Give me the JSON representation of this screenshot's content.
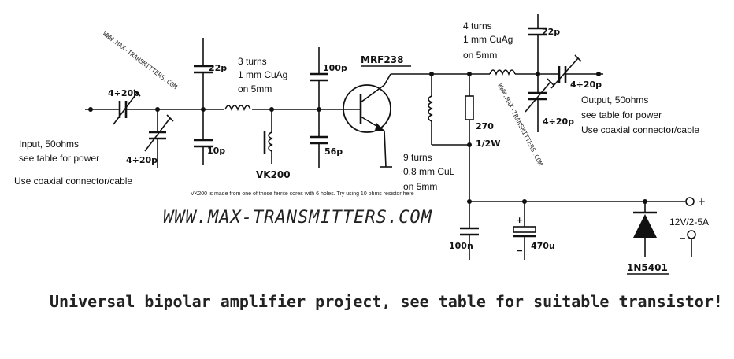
{
  "labels": {
    "input_line1": "Input, 50ohms",
    "input_line2": "see table for power",
    "input_line3": "Use coaxial connector/cable",
    "output_line1": "Output, 50ohms",
    "output_line2": "see table for power",
    "output_line3": "Use coaxial connector/cable",
    "coil1_line1": "3 turns",
    "coil1_line2": "1 mm CuAg",
    "coil1_line3": "on 5mm",
    "coil2_line1": "9 turns",
    "coil2_line2": "0.8 mm CuL",
    "coil2_line3": "on 5mm",
    "coil3_line1": "4 turns",
    "coil3_line2": "1 mm CuAg",
    "coil3_line3": "on 5mm",
    "transistor": "MRF238",
    "vk200": "VK200",
    "vk_note": "VK200 is made from one of those ferrite cores with 6 holes. Try using 10 ohms resistor here",
    "supply": "12V/2-5A",
    "diode": "1N5401",
    "plus": "+",
    "minus": "-"
  },
  "components": {
    "c_trim_in": "4÷20p",
    "c_trim_in2": "4÷20p",
    "c_22p_in": "22p",
    "c_10p": "10p",
    "c_100p": "100p",
    "c_56p": "56p",
    "r_270_a": "270",
    "r_270_b": "1/2W",
    "c_22p_out": "22p",
    "c_trim_out1": "4÷20p",
    "c_trim_out2": "4÷20p",
    "c_100n": "100n",
    "c_470u": "470u"
  },
  "watermarks": {
    "small": "WWW.MAX-TRANSMITTERS.COM",
    "big": "WWW.MAX-TRANSMITTERS.COM"
  },
  "title": "Universal bipolar amplifier project, see table for suitable transistor!"
}
